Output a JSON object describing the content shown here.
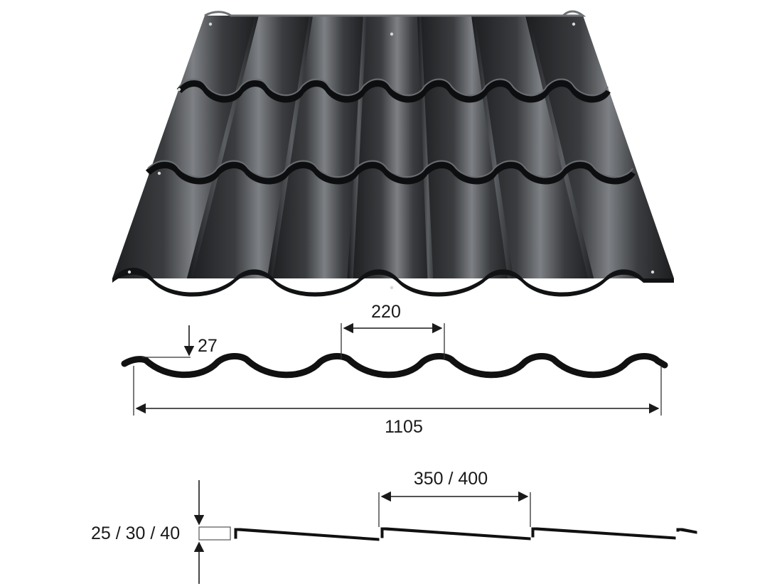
{
  "product": {
    "material_color": "#2e2f31",
    "highlight_color": "#8a8c8f",
    "edge_color": "#111111"
  },
  "profile": {
    "wave_pitch_label": "220",
    "wave_height_label": "27",
    "overall_width_label": "1105"
  },
  "step_profile": {
    "step_length_label": "350 / 400",
    "step_height_label": "25 / 30 / 40"
  }
}
